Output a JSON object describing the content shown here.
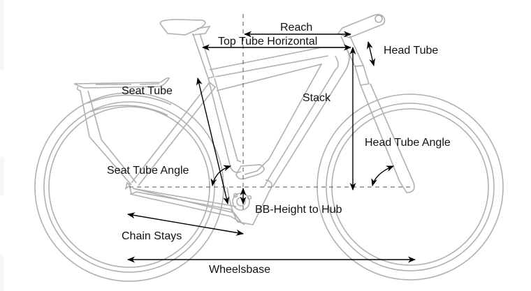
{
  "diagram": {
    "title": "Bicycle geometry diagram",
    "colors": {
      "bike_outline": "#b0b0b0",
      "measure_line": "#000000",
      "label_text": "#111111",
      "background": "#ffffff"
    },
    "labels": {
      "reach": "Reach",
      "top_tube_horizontal": "Top Tube Horizontal",
      "head_tube": "Head Tube",
      "seat_tube": "Seat Tube",
      "stack": "Stack",
      "head_tube_angle": "Head Tube Angle",
      "seat_tube_angle": "Seat Tube Angle",
      "bb_height_to_hub": "BB-Height to Hub",
      "chain_stays": "Chain Stays",
      "wheelbase": "Wheelsbase"
    }
  }
}
